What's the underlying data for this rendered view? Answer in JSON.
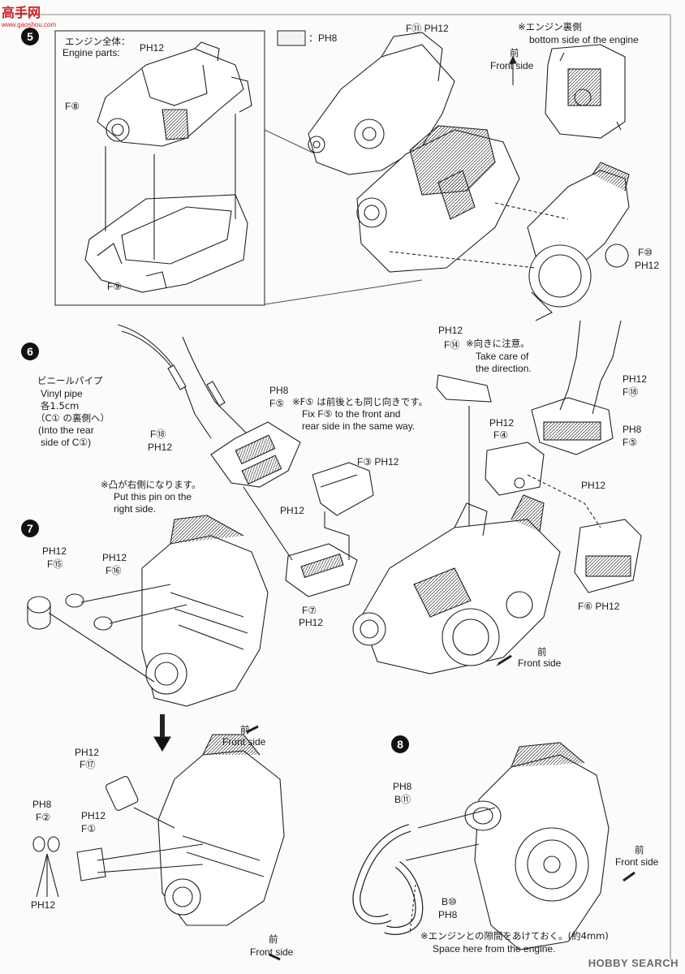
{
  "watermark": {
    "brand": "高手网",
    "url": "www.gaoshou.com"
  },
  "step5": {
    "number": "5",
    "engine_whole_jp": "エンジン全体：",
    "engine_parts_en": "Engine parts:",
    "engine_parts_paint": "PH12",
    "legend_paint": "：PH8",
    "part_f8": "F⑧",
    "part_f9": "F⑨",
    "part_f11": "F⑪ PH12",
    "part_f10": "F⑩",
    "part_f10_paint": "PH12",
    "bottom_note_jp": "※エンジン裏側",
    "bottom_note_en": "bottom side of the engine",
    "front_jp": "前",
    "front_en": "Front side"
  },
  "step6": {
    "number": "6",
    "vinyl_jp": "ビニールパイプ",
    "vinyl_en": "Vinyl pipe",
    "vinyl_len": "各1.5cm",
    "vinyl_c1_jp": "（C① の裏側へ）",
    "vinyl_c1_en1": "(Into the rear",
    "vinyl_c1_en2": "side of C①)",
    "f18_left": "F⑱",
    "f18_left_paint": "PH12",
    "f5_top_paint": "PH8",
    "f5_top": "F⑤",
    "same_dir_jp": "※F⑤ は前後とも同じ向きです。",
    "same_dir_en1": "Fix F⑤ to the front and",
    "same_dir_en2": "rear side in the same way.",
    "pin_jp": "※凸が右側になります。",
    "pin_en1": "Put this pin on the",
    "pin_en2": "right side.",
    "f5_paint_mid": "PH12",
    "f3": "F③ PH12",
    "f7": "F⑦",
    "f7_paint": "PH12",
    "f14_paint": "PH12",
    "f14": "F⑭",
    "care_jp": "※向きに注意。",
    "care_en1": "Take care of",
    "care_en2": "the direction.",
    "f4_paint": "PH12",
    "f4": "F④",
    "f18_right_paint": "PH12",
    "f18_right": "F⑱",
    "f5_right_paint": "PH8",
    "f5_right": "F⑤",
    "f5_right_sub_paint": "PH12",
    "f6": "F⑥ PH12",
    "front_jp": "前",
    "front_en": "Front side"
  },
  "step7": {
    "number": "7",
    "f15_paint": "PH12",
    "f15": "F⑮",
    "f16_paint": "PH12",
    "f16": "F⑯",
    "front_jp": "前",
    "front_en": "Front side",
    "f17_paint": "PH12",
    "f17": "F⑰",
    "f2_paint": "PH8",
    "f2": "F②",
    "f1_paint": "PH12",
    "f1": "F①",
    "f2_sub_paint": "PH12",
    "front2_jp": "前",
    "front2_en": "Front side"
  },
  "step8": {
    "number": "8",
    "b11_paint": "PH8",
    "b11": "B⑪",
    "b10": "B⑩",
    "b10_paint": "PH8",
    "front_jp": "前",
    "front_en": "Front side",
    "gap_jp": "※エンジンとの隙間をあけておく。(約4mm)",
    "gap_en": "Space here from the engine."
  },
  "footer": {
    "brand": "HOBBY SEARCH"
  }
}
